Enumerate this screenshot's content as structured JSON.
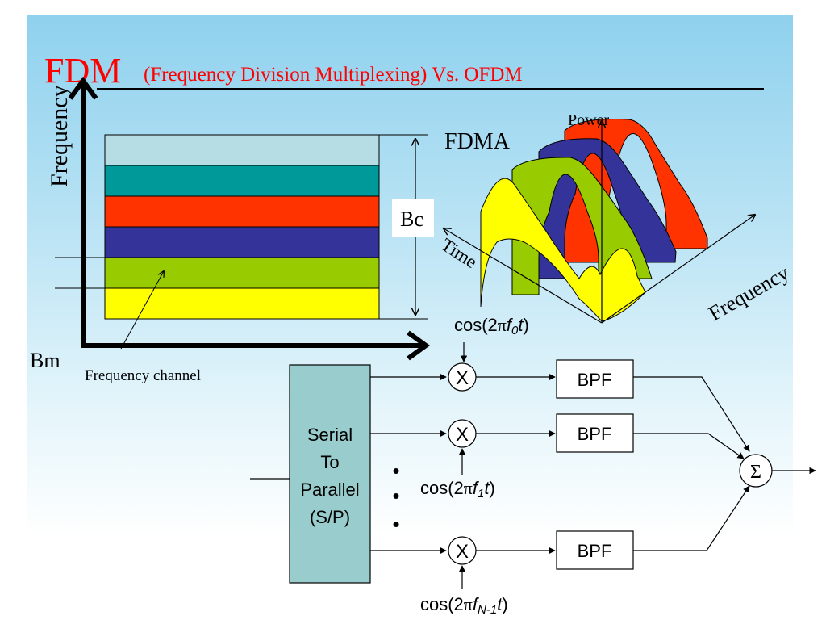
{
  "title": {
    "main": "FDM",
    "sub": "(Frequency Division Multiplexing) Vs. OFDM",
    "color": "#ff0000"
  },
  "fdm_plot": {
    "y_axis_label": "Frequency",
    "bm_label": "Bm",
    "bc_label": "Bc",
    "channel_label": "Frequency channel",
    "band_colors": [
      "#b7dde4",
      "#009999",
      "#ff3300",
      "#333399",
      "#99cc00",
      "#ffff00"
    ]
  },
  "fdma_3d": {
    "title": "FDMA",
    "power_label": "Power",
    "time_label": "Time",
    "frequency_label": "Frequency",
    "hump_colors": [
      "#ffff00",
      "#99cc00",
      "#333399",
      "#ff3300"
    ]
  },
  "ofdm_tx": {
    "sp_block": [
      "Serial",
      "To",
      "Parallel",
      "(S/P)"
    ],
    "sp_color": "#99cccc",
    "multiplier_symbol": "X",
    "filter_label": "BPF",
    "sum_symbol": "Σ",
    "carriers": [
      {
        "prefix": "cos(2",
        "pi": "π",
        "f": "f",
        "sub": "0",
        "suffix": "t",
        "close": ")"
      },
      {
        "prefix": "cos(2",
        "pi": "π",
        "f": "f",
        "sub": "1",
        "suffix": "t",
        "close": ")"
      },
      {
        "prefix": "cos(2",
        "pi": "π",
        "f": "f",
        "sub": "N-1",
        "suffix": "t",
        "close": ")"
      }
    ],
    "ellipsis": [
      "•",
      "•",
      "•"
    ]
  }
}
